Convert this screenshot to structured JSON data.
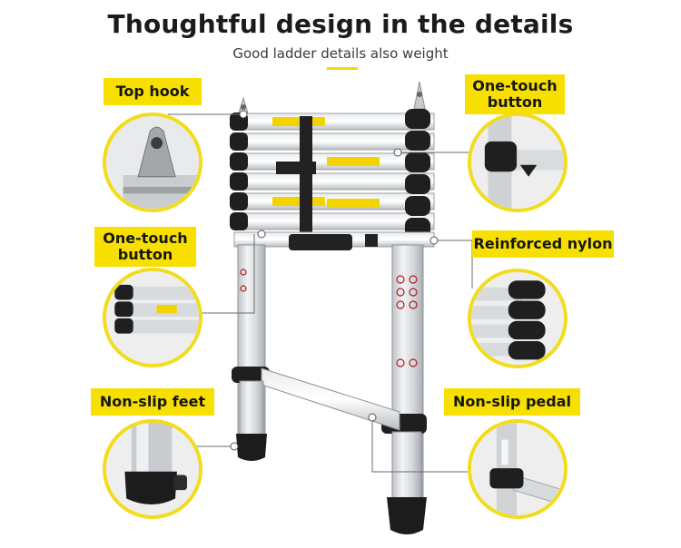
{
  "header": {
    "title": "Thoughtful design in the details",
    "subtitle": "Good ladder details also weight"
  },
  "callouts": {
    "top_hook": "Top hook",
    "one_touch_right": "One-touch button",
    "one_touch_left": "One-touch button",
    "reinforced_nylon": "Reinforced nylon",
    "non_slip_feet": "Non-slip feet",
    "non_slip_pedal": "Non-slip pedal"
  },
  "colors": {
    "accent_yellow": "#f7df00",
    "ring_yellow": "#f2dc1c",
    "aluminum": "#d6d9dc",
    "nylon_black": "#1f1f1f"
  }
}
